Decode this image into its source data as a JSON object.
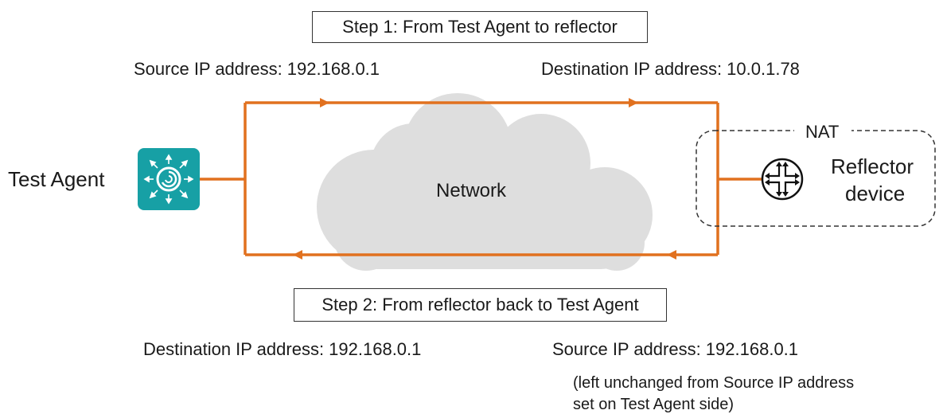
{
  "step1": {
    "label": "Step 1: From Test Agent to reflector"
  },
  "step2": {
    "label": "Step 2: From reflector back to Test Agent"
  },
  "top_labels": {
    "source": "Source IP address: 192.168.0.1",
    "destination": "Destination IP address: 10.0.1.78"
  },
  "bottom_labels": {
    "destination": "Destination IP address: 192.168.0.1",
    "source": "Source IP address: 192.168.0.1",
    "note_line1": "(left unchanged from Source IP address",
    "note_line2": "set on Test Agent side)"
  },
  "nodes": {
    "test_agent": "Test Agent",
    "network": "Network",
    "nat": "NAT",
    "reflector_line1": "Reflector",
    "reflector_line2": "device"
  },
  "icons": {
    "test_agent_icon": "test-agent-icon",
    "reflector_icon": "router-icon"
  },
  "colors": {
    "path": "#E1711F",
    "cloud": "#DEDEDE",
    "agent_tile": "#17A0A5"
  }
}
